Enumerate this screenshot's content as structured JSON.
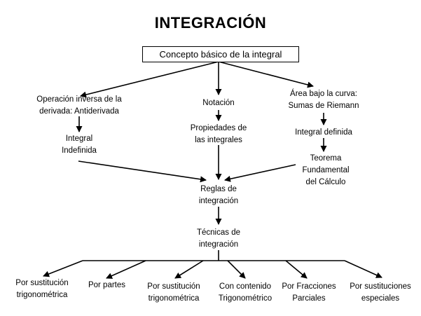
{
  "title": "INTEGRACIÓN",
  "root": "Concepto básico de la integral",
  "left_branch": {
    "top": "Operación inversa de la\nderivada: Antiderivada",
    "bottom": "Integral\nIndefinida"
  },
  "center_branch": {
    "top": "Notación",
    "bottom": "Propiedades de\nlas integrales"
  },
  "right_branch": {
    "top": "Área bajo la curva:\nSumas de Riemann",
    "middle": "Integral definida",
    "bottom": "Teorema\nFundamental\ndel Cálculo"
  },
  "rules": "Reglas de\nintegración",
  "techniques": "Técnicas de\nintegración",
  "technique_list": [
    "Por sustitución\ntrigonométrica",
    "Por partes",
    "Por sustitución\ntrigonométrica",
    "Con contenido\nTrigonométrico",
    "Por Fracciones\nParciales",
    "Por sustituciones\nespeciales"
  ]
}
